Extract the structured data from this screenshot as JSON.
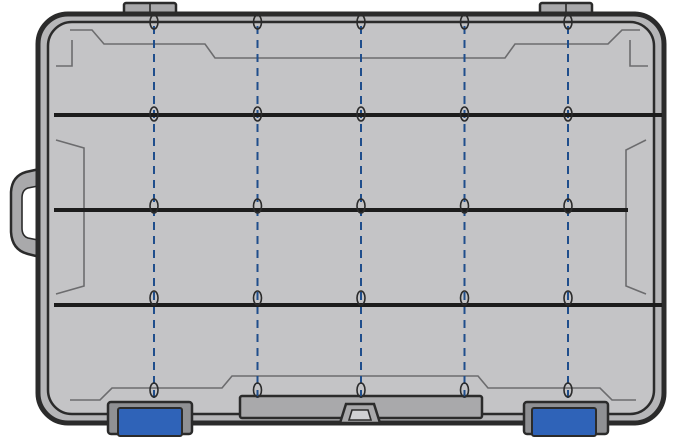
{
  "diagram": {
    "subject": "tackle-box-compartment-layout",
    "colors": {
      "background": "#ffffff",
      "outline": "#2b2b2b",
      "body_fill": "#b6b6b8",
      "tray_fill": "#c4c4c6",
      "rim_fill": "#a9a9ab",
      "divider": "#1c1c1c",
      "slot_guide": "#1f4e8c",
      "latch_fill": "#2f63b8",
      "latch_frame": "#8f9093"
    },
    "layout": {
      "fixed_divider_rows": 3,
      "removable_divider_columns": 5,
      "divider_slot_rows": 5,
      "front_latches": 2,
      "top_hinges": 2,
      "side_handles": 1,
      "front_clasps": 1
    }
  }
}
